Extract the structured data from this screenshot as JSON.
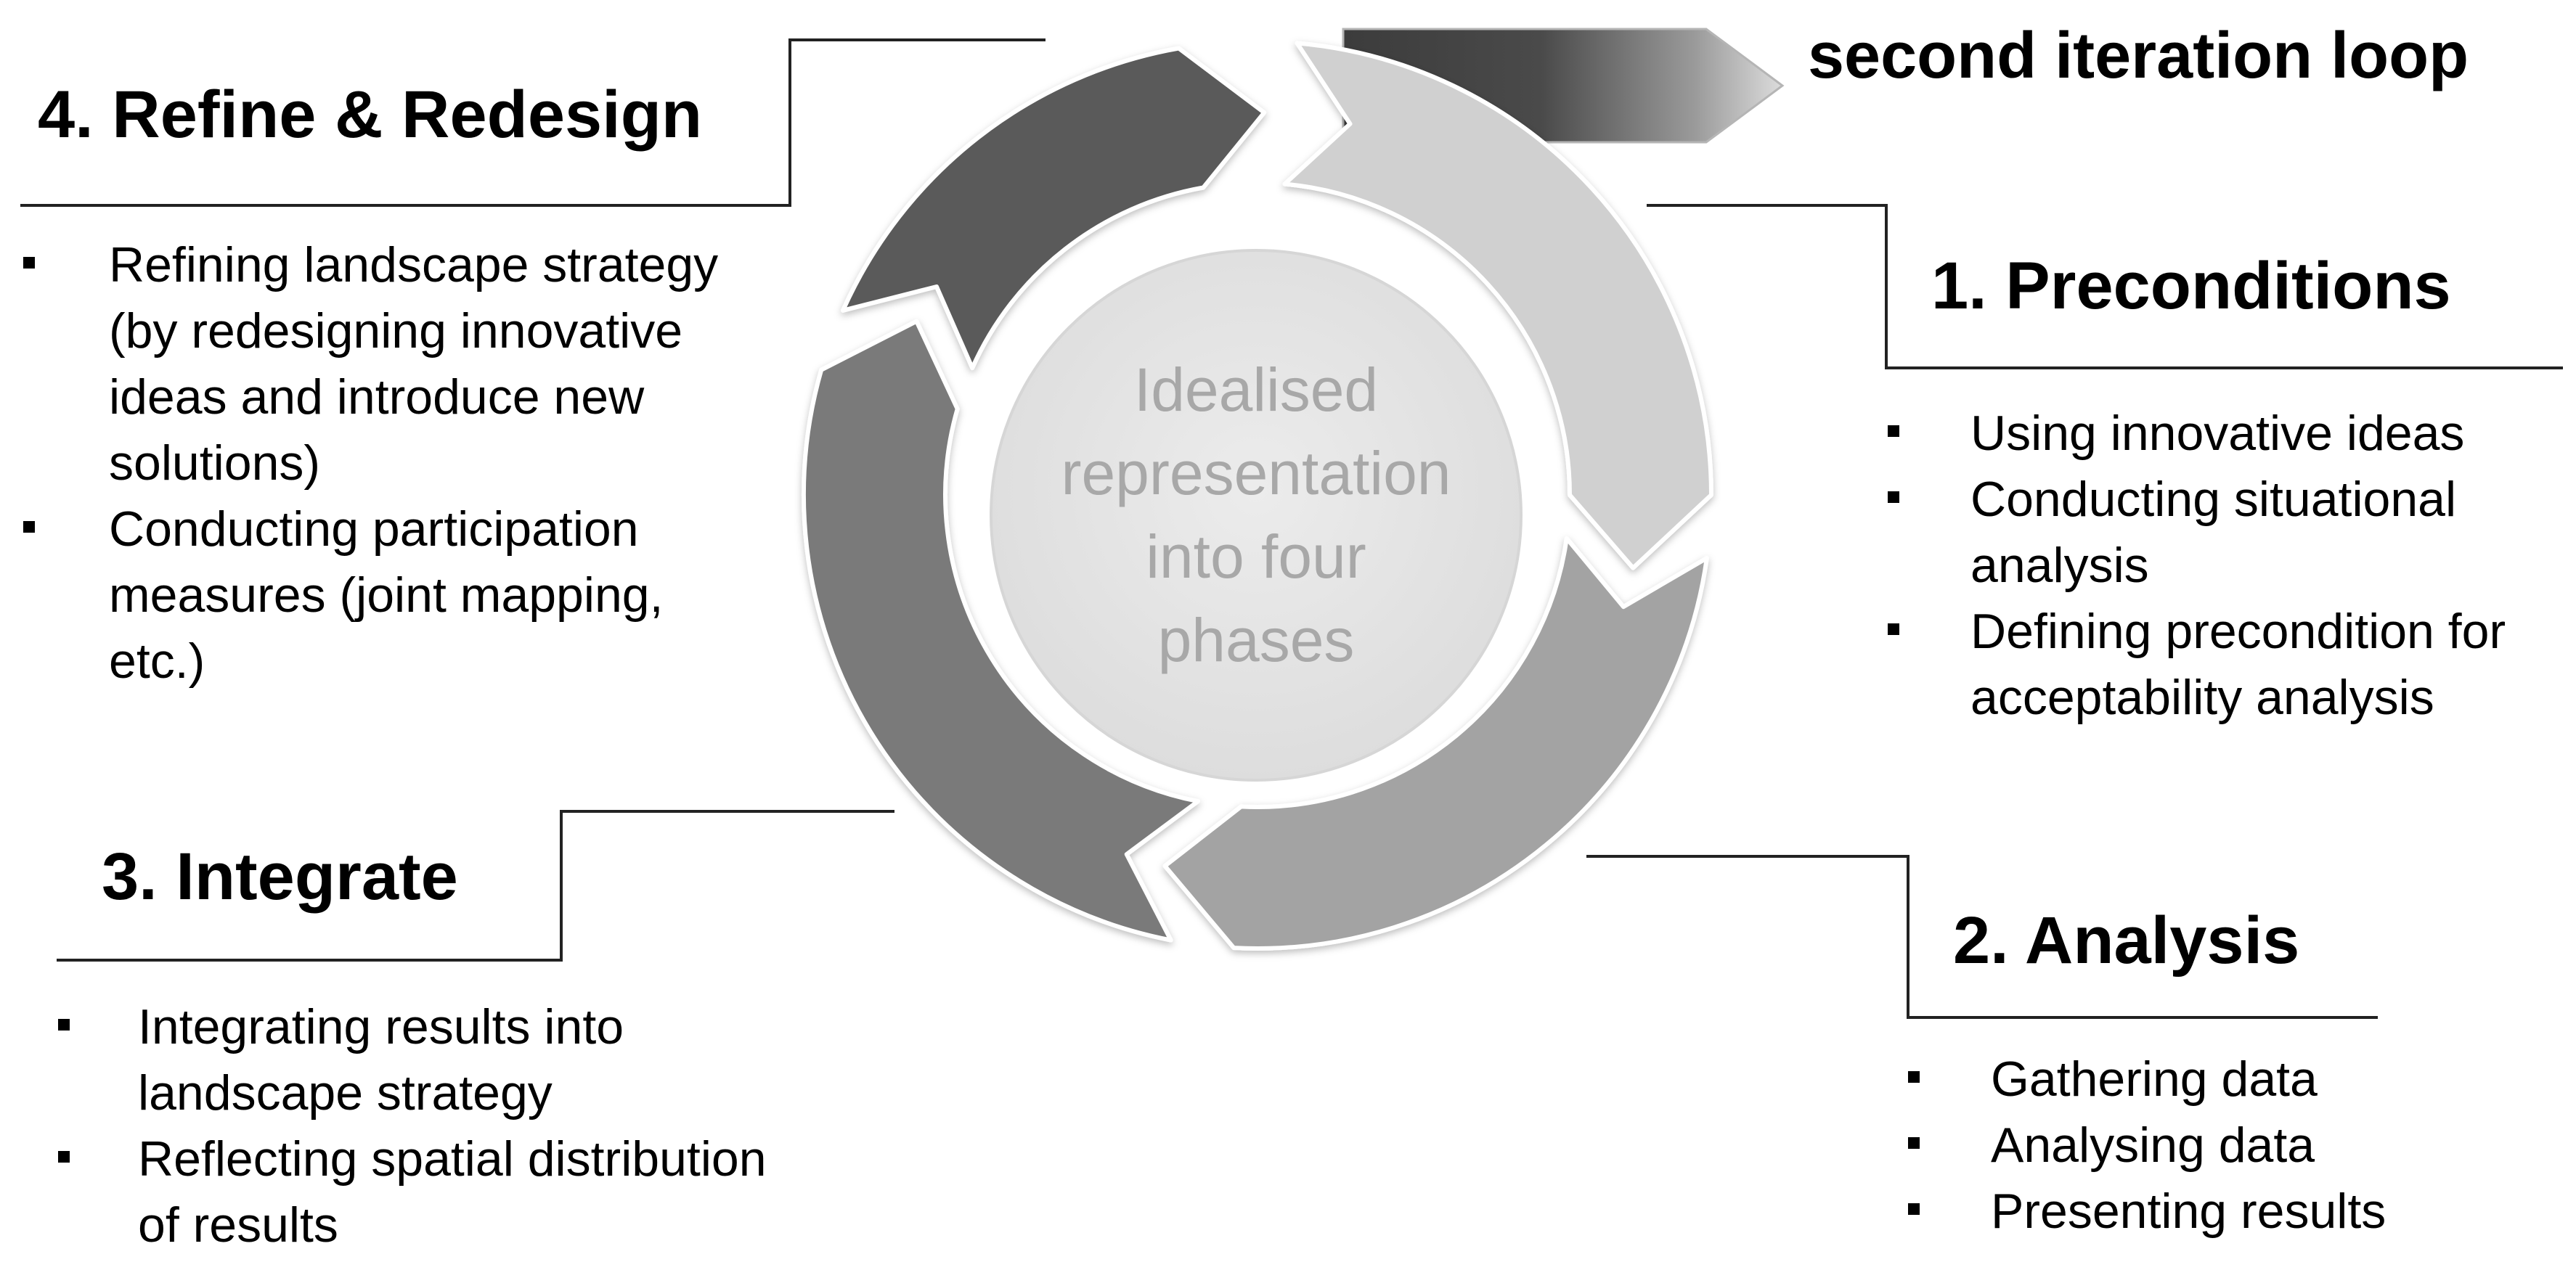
{
  "center": {
    "lines": [
      "Idealised",
      "representation",
      "into four",
      "phases"
    ]
  },
  "iteration_label": "second iteration loop",
  "phases": {
    "refine": {
      "title": "4. Refine & Redesign",
      "bullets": [
        [
          "Refining landscape strategy",
          "(by redesigning innovative",
          "ideas and introduce new",
          "solutions)"
        ],
        [
          "Conducting participation",
          "measures (joint mapping,",
          "etc.)"
        ]
      ]
    },
    "preconditions": {
      "title": "1. Preconditions",
      "bullets": [
        [
          "Using innovative ideas"
        ],
        [
          "Conducting situational",
          "analysis"
        ],
        [
          "Defining precondition for",
          "acceptability analysis"
        ]
      ]
    },
    "integrate": {
      "title": "3. Integrate",
      "bullets": [
        [
          "Integrating results into",
          "landscape strategy"
        ],
        [
          "Reflecting spatial distribution",
          "of results"
        ]
      ]
    },
    "analysis": {
      "title": "2. Analysis",
      "bullets": [
        [
          "Gathering data"
        ],
        [
          "Analysing data"
        ],
        [
          "Presenting results"
        ]
      ]
    }
  },
  "colors": {
    "arrow_refine": "#5a5a5a",
    "arrow_preconditions": "#d0d0d0",
    "arrow_analysis": "#a3a3a3",
    "arrow_integrate": "#7a7a7a",
    "center_disc": "#e4e4e4",
    "center_text": "#a8a8a8"
  }
}
